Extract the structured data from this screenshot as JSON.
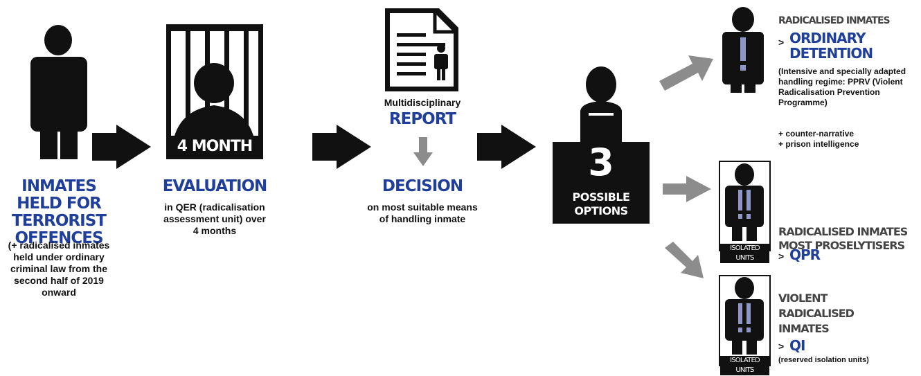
{
  "step1": {
    "title": "INMATES HELD FOR TERRORIST OFFENCES",
    "note": "(+ radicalised inmates held under ordinary criminal law from the second half of 2019 onward"
  },
  "step2": {
    "badge": "4 MONTH",
    "title": "EVALUATION",
    "desc": "in QER (radicalisation assessment unit) over 4 months"
  },
  "step3": {
    "report_pre": "Multidisciplinary",
    "report": "REPORT",
    "title": "DECISION",
    "desc": "on most suitable means of handling inmate"
  },
  "options": {
    "number": "3",
    "label": "POSSIBLE OPTIONS"
  },
  "option1": {
    "heading": "RADICALISED INMATES",
    "prefix": ">",
    "title": "ORDINARY DETENTION",
    "desc": "(Intensive and specially adapted handling regime: PPRV (Violent Radicalisation Prevention Programme)",
    "extra1": "+ counter-narrative",
    "extra2": "+ prison intelligence"
  },
  "option2": {
    "heading": "RADICALISED INMATES MOST PROSELYTISERS",
    "prefix": ">",
    "title": "QPR",
    "unit_label": "ISOLATED UNITS"
  },
  "option3": {
    "heading": "VIOLENT RADICALISED INMATES",
    "prefix": ">",
    "title": "QI",
    "desc": "(reserved isolation units)",
    "unit_label": "ISOLATED UNITS"
  },
  "colors": {
    "blue": "#1f3f9a",
    "black": "#111111",
    "gray_arrow": "#8c8c8c",
    "highlight": "#8f97c9"
  },
  "icons": [
    "person-icon",
    "jail-bars-icon",
    "report-document-icon",
    "arrow-right-icon",
    "arrow-down-icon",
    "podium-speaker-icon",
    "exclamation-person-icon"
  ]
}
